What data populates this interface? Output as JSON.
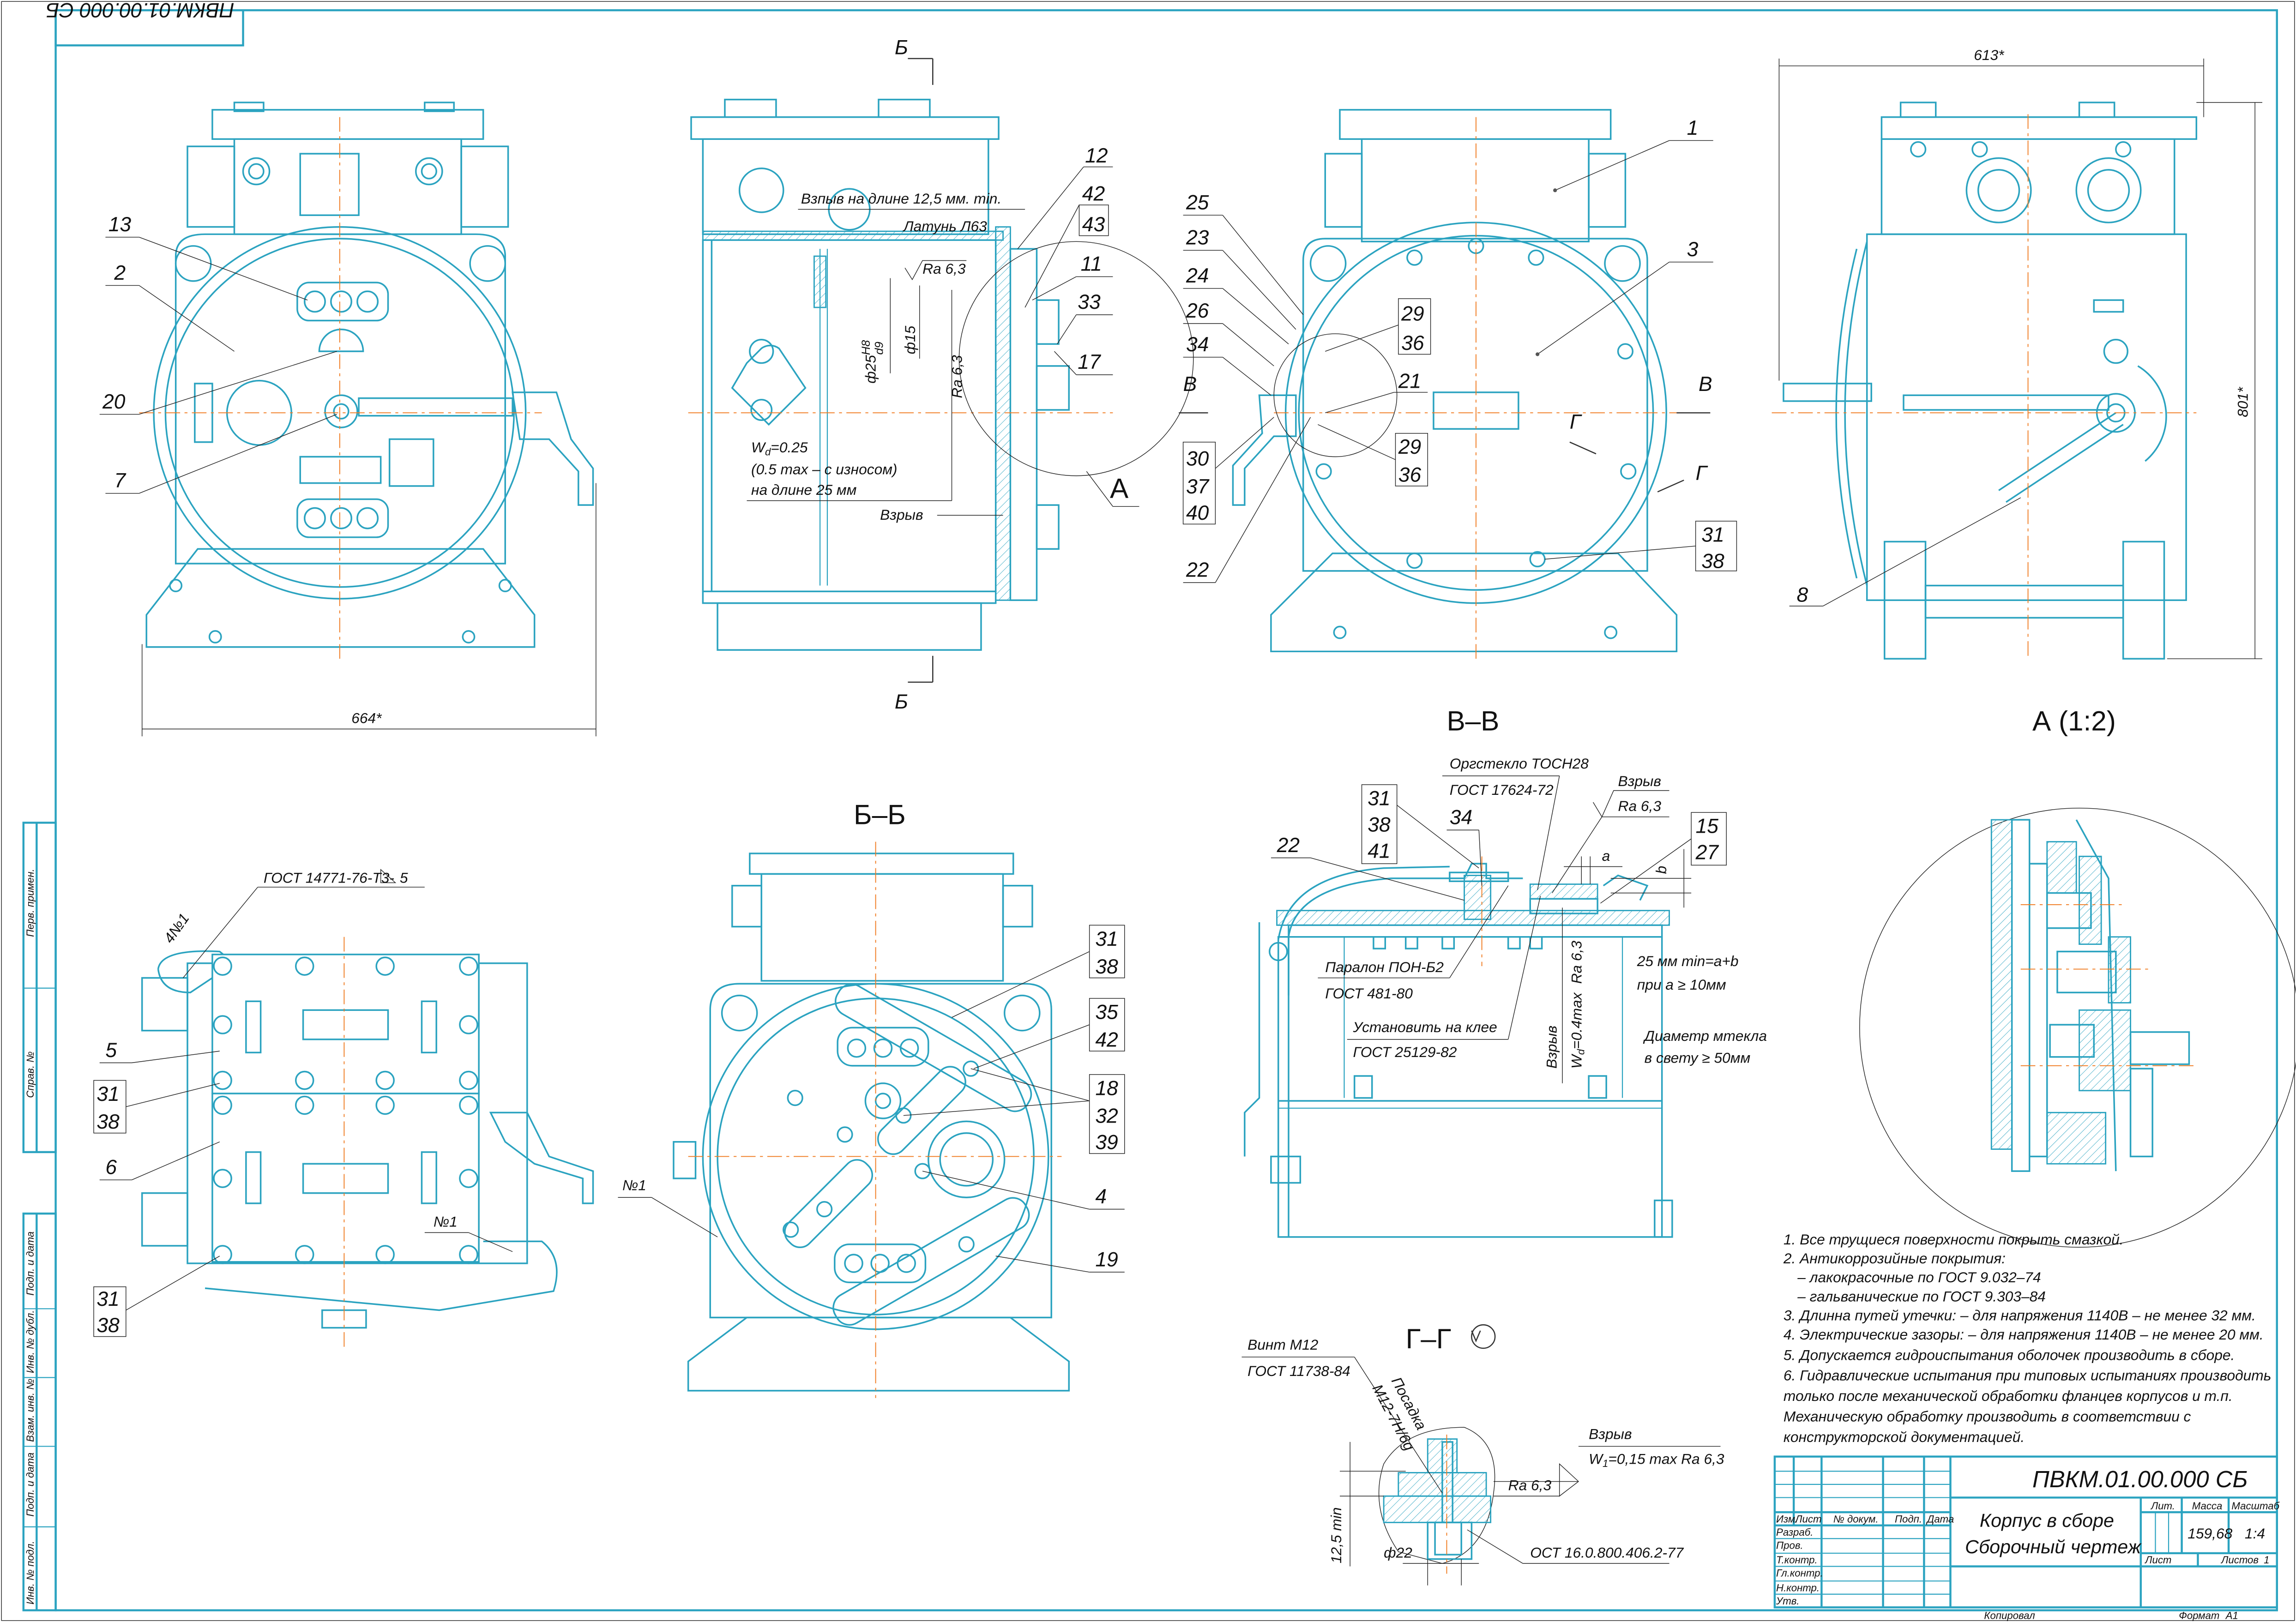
{
  "sheet": {
    "code_rotated": "ПВКМ.01.00.000 СБ",
    "left_strip": [
      "Перв. примен.",
      "Справ. №",
      "Подп. и дата",
      "Инв. № дубл.",
      "Взам. инв. №",
      "Подп. и дата",
      "Инв. № подл."
    ]
  },
  "front_view": {
    "callouts": [
      "13",
      "2",
      "20",
      "7"
    ],
    "dim_width": "664*"
  },
  "side_section": {
    "cut_marks": [
      "Б",
      "Б"
    ],
    "callouts": [
      "12",
      "42",
      "43",
      "11",
      "33",
      "17"
    ],
    "detail_ref": "А",
    "explosion_length": "Взпыв на длине 12,5 мм. min.",
    "material": "Латунь Л63",
    "roughness_1": "Ra 6,3",
    "fit_dia": "ф25",
    "fit_hole": "H8",
    "fit_shaft": "d9",
    "dia_15": "ф15",
    "roughness_2": "Ra 6,3",
    "gap_w": "W",
    "gap_sub": "d",
    "gap_val": "=0.25",
    "gap_note": "(0.5 max – с износом)",
    "gap_length": "на длине 25 мм",
    "explosion": "Взрыв"
  },
  "rear_view": {
    "callouts_left": [
      "25",
      "23",
      "24",
      "26",
      "34",
      "30",
      "37",
      "40",
      "22"
    ],
    "callouts_inner": [
      "29",
      "36",
      "21",
      "29",
      "36"
    ],
    "callouts_right": [
      "1",
      "3",
      "31",
      "38"
    ],
    "cut_marks": [
      "В",
      "В",
      "Г",
      "Г"
    ]
  },
  "right_view": {
    "dim_width": "613*",
    "dim_height": "801*",
    "callouts": [
      "8"
    ]
  },
  "top_view": {
    "weld_std": "ГОСТ 14771-76-Т3-",
    "weld_leg": "5",
    "weld_count": "4№1",
    "weld_no": "№1",
    "callouts": [
      "5",
      "31",
      "38",
      "6",
      "31",
      "38"
    ]
  },
  "section_bb": {
    "title": "Б–Б",
    "callouts": [
      "31",
      "38",
      "35",
      "42",
      "18",
      "32",
      "39",
      "4",
      "19"
    ],
    "weld_no": "№1"
  },
  "section_vv": {
    "title": "В–В",
    "callouts": [
      "31",
      "38",
      "41",
      "34",
      "22",
      "15",
      "27"
    ],
    "glass_material": "Оргстекло ТОСН28",
    "glass_std": "ГОСТ 17624-72",
    "explosion": "Взрыв",
    "roughness": "Ra 6,3",
    "dim_a": "a",
    "dim_b": "b",
    "foam": "Паралон  ПОН-Б2",
    "foam_std": "ГОСТ 481-80",
    "glue": "Установить на клее",
    "glue_std": "ГОСТ 25129-82",
    "path_rule_1": "25 мм min=a+b",
    "path_rule_2": "при a ≥ 10мм",
    "glass_dia_1": "Диаметр мтекла",
    "glass_dia_2": "в свету ≥ 50мм",
    "vert_explosion": "Взрыв",
    "vert_gap_w": "W",
    "vert_gap_sub": "d",
    "vert_gap_val": "=0.4max",
    "vert_roughness": "Ra 6,3"
  },
  "section_gg": {
    "title": "Г–Г",
    "screw": "Винт М12",
    "screw_std": "ГОСТ 11738-84",
    "fit_label": "Посадка",
    "fit": "М12-7Н/6g",
    "explosion": "Взрыв",
    "gap_w": "W",
    "gap_sub": "1",
    "gap_val": "=0,15 max   Ra 6,3",
    "roughness": "Ra 6,3",
    "depth": "12,5 min",
    "dia": "ф22",
    "ost": "ОСТ 16.0.800.406.2-77"
  },
  "detail_a": {
    "title": "А (1:2)"
  },
  "notes": [
    "1. Все трущиеся поверхности покрыть смазкой.",
    "2. Антикоррозийные покрытия:",
    "  – лакокрасочные по ГОСТ 9.032–74",
    "  – гальванические по ГОСТ 9.303–84",
    "3. Длинна путей утечки: – для напряжения 1140В – не менее 32 мм.",
    "4. Электрические зазоры: – для напряжения 1140В – не менее 20 мм.",
    "5. Допускается гидроиспытания оболочек производить в сборе.",
    "6. Гидравлические испытания при типовых испытаниях производить",
    "только после механической обработки фланцев корпусов и т.п.",
    "Механическую обработку производить в соответствии с",
    "конструкторской документацией."
  ],
  "title_block": {
    "doc_number": "ПВКМ.01.00.000 СБ",
    "name_line_1": "Корпус в сборе",
    "name_line_2": "Сборочный чертеж",
    "col_headers": [
      "Изм.",
      "Лист",
      "№ докум.",
      "Подп.",
      "Дата"
    ],
    "roles": [
      "Разраб.",
      "Пров.",
      "Т.контр.",
      "Гл.контр.",
      "Н.контр.",
      "Утв."
    ],
    "lit_label": "Лит.",
    "mass_label": "Масса",
    "scale_label": "Масштаб",
    "mass": "159,68",
    "scale": "1:4",
    "sheet_label": "Лист",
    "sheets_label": "Листов",
    "sheets": "1",
    "copied": "Копировал",
    "format_label": "Формат",
    "format": "А1"
  }
}
